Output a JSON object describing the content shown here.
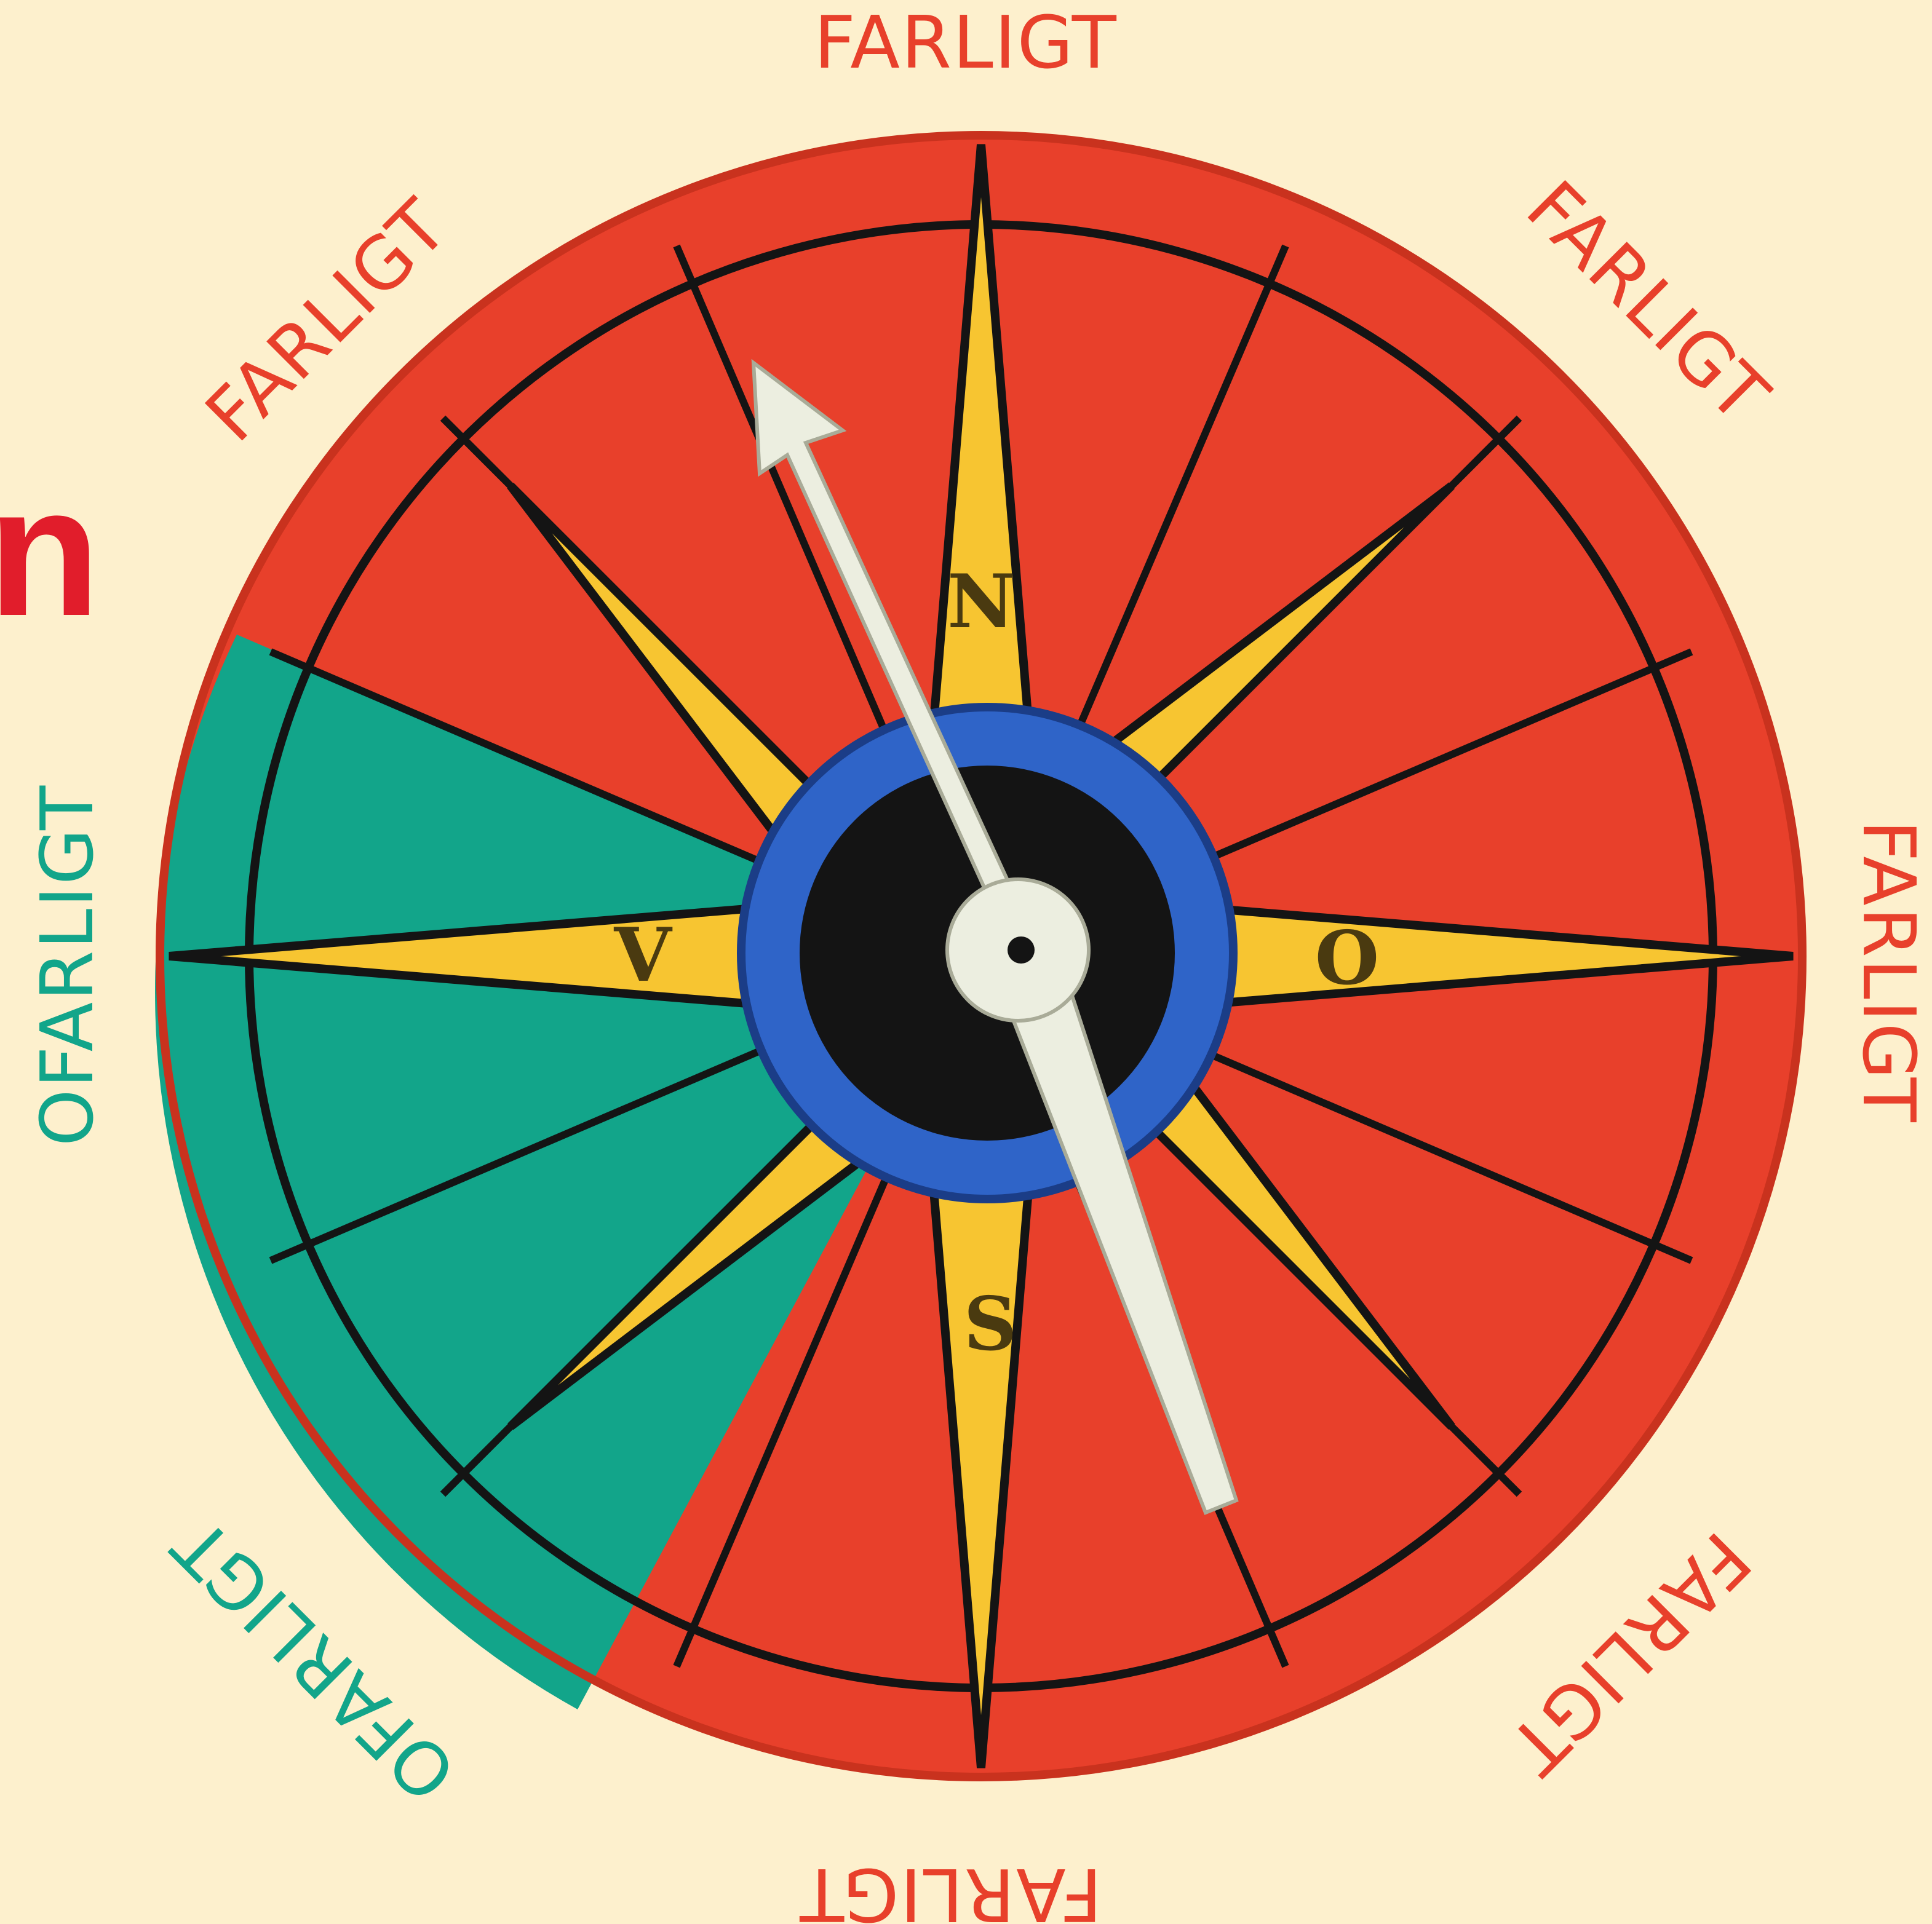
{
  "colors": {
    "background": "#fdf0cd",
    "danger": "#e8402b",
    "safe": "#12a58a",
    "heading_fragment": "#e11d2b",
    "star_yellow": "#f7c531",
    "hub_blue": "#2f64c8",
    "needle": "#eceee0",
    "outline": "#141414"
  },
  "heading_fragment": "n",
  "dial": {
    "labels": {
      "n": "FARLIGT",
      "ne": "FARLIGT",
      "e": "FARLIGT",
      "se": "FARLIGT",
      "s": "FARLIGT",
      "sw": "OFARLIGT",
      "w": "OFARLIGT",
      "nw": "FARLIGT"
    },
    "cardinals": {
      "north": "N",
      "east": "O",
      "south": "S",
      "west": "V"
    },
    "safe_zone": "Ofarligt (green sector)",
    "danger_zone": "Farligt (red sector)"
  },
  "needle": {
    "points_toward": "north-northwest"
  }
}
